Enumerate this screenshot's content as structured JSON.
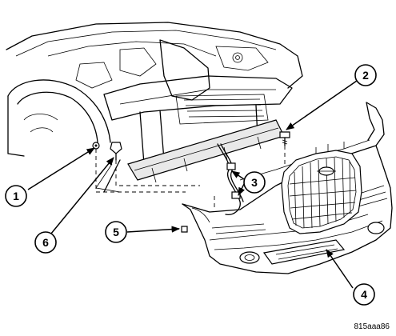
{
  "callouts": [
    {
      "label": "1"
    },
    {
      "label": "2"
    },
    {
      "label": "3"
    },
    {
      "label": "4"
    },
    {
      "label": "5"
    },
    {
      "label": "6"
    }
  ],
  "figure_id": "815aaa86"
}
